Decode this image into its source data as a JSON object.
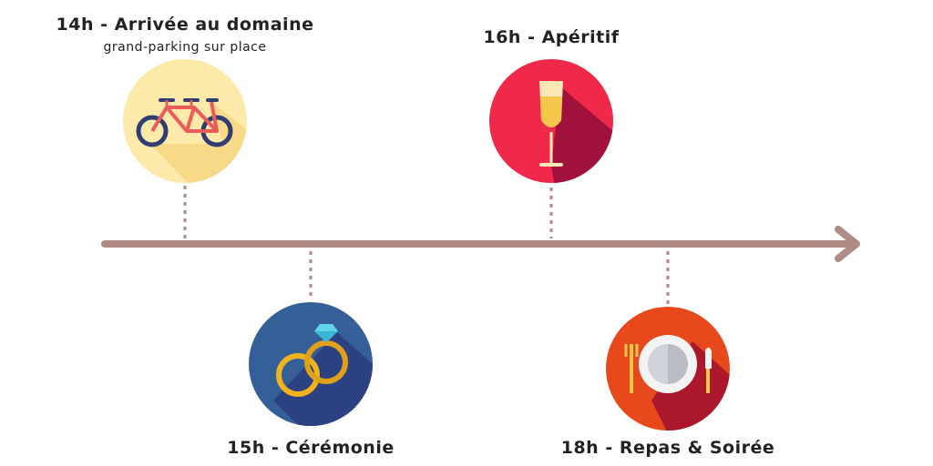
{
  "timeline": {
    "line_color": "#b08a84",
    "events": [
      {
        "time_label": "14h - Arrivée au domaine",
        "subtitle": "grand-parking sur place",
        "icon": "tandem-bicycle-icon",
        "color": "#fde9a9",
        "position": "above"
      },
      {
        "time_label": "15h - Cérémonie",
        "icon": "wedding-rings-icon",
        "color": "#356097",
        "position": "below"
      },
      {
        "time_label": "16h - Apéritif",
        "icon": "champagne-glass-icon",
        "color": "#f0294b",
        "position": "above"
      },
      {
        "time_label": "18h - Repas & Soirée",
        "icon": "plate-cutlery-icon",
        "color": "#e8491c",
        "position": "below"
      }
    ]
  }
}
